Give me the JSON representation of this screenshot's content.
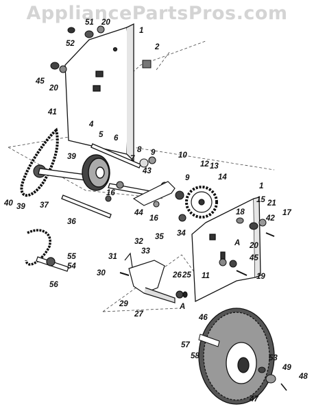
{
  "watermark": "AppliancePartsPros.com",
  "part_labels": [
    "1",
    "51",
    "20",
    "52",
    "2",
    "45",
    "20",
    "41",
    "4",
    "5",
    "6",
    "8",
    "9",
    "10",
    "39",
    "7",
    "43",
    "12",
    "13",
    "9",
    "14",
    "40",
    "39",
    "37",
    "16",
    "44",
    "16",
    "35",
    "34",
    "36",
    "18",
    "1",
    "15",
    "21",
    "17",
    "42",
    "20",
    "45",
    "11",
    "A",
    "19",
    "32",
    "33",
    "31",
    "55",
    "54",
    "56",
    "30",
    "26",
    "25",
    "29",
    "27",
    "A",
    "46",
    "57",
    "58",
    "53",
    "49",
    "48",
    "47"
  ]
}
